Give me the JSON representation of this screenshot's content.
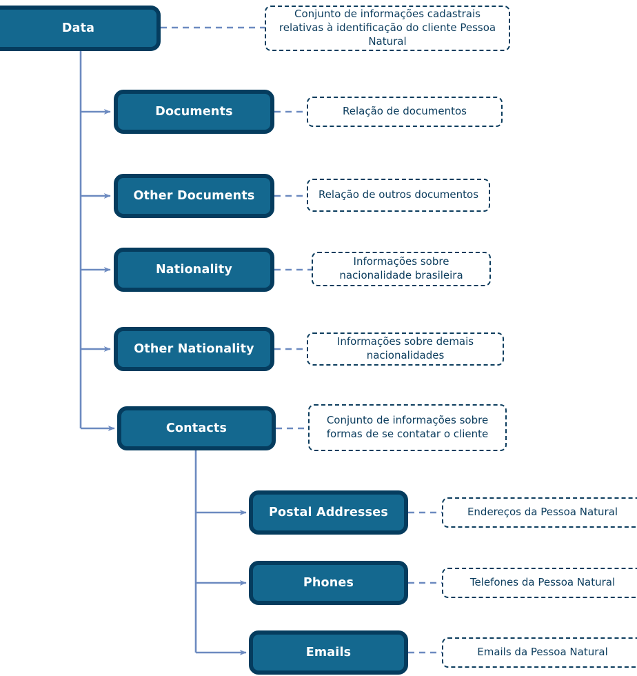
{
  "diagram": {
    "title": "Data",
    "colors": {
      "node_fill": "#14688f",
      "node_border": "#053c5e",
      "node_text": "#ffffff",
      "note_border": "#0b3c5d",
      "note_text": "#0b3c5d",
      "connector": "#6c8ac0",
      "background": "#ffffff"
    },
    "nodes": [
      {
        "id": "data",
        "label": "Data"
      },
      {
        "id": "documents",
        "label": "Documents"
      },
      {
        "id": "other-documents",
        "label": "Other Documents"
      },
      {
        "id": "nationality",
        "label": "Nationality"
      },
      {
        "id": "other-nationality",
        "label": "Other Nationality"
      },
      {
        "id": "contacts",
        "label": "Contacts"
      },
      {
        "id": "postal-addresses",
        "label": "Postal Addresses"
      },
      {
        "id": "phones",
        "label": "Phones"
      },
      {
        "id": "emails",
        "label": "Emails"
      }
    ],
    "notes": [
      {
        "id": "note-data",
        "text": "Conjunto de informações cadastrais relativas à identificação do cliente Pessoa Natural"
      },
      {
        "id": "note-documents",
        "text": "Relação de documentos"
      },
      {
        "id": "note-other-documents",
        "text": "Relação de outros documentos"
      },
      {
        "id": "note-nationality",
        "text": "Informações sobre nacionalidade brasileira"
      },
      {
        "id": "note-other-nationality",
        "text": "Informações sobre demais nacionalidades"
      },
      {
        "id": "note-contacts",
        "text": "Conjunto de informações sobre formas de se contatar o cliente"
      },
      {
        "id": "note-postal-addresses",
        "text": "Endereços da Pessoa Natural"
      },
      {
        "id": "note-phones",
        "text": "Telefones da Pessoa Natural"
      },
      {
        "id": "note-emails",
        "text": "Emails da Pessoa Natural"
      }
    ]
  }
}
